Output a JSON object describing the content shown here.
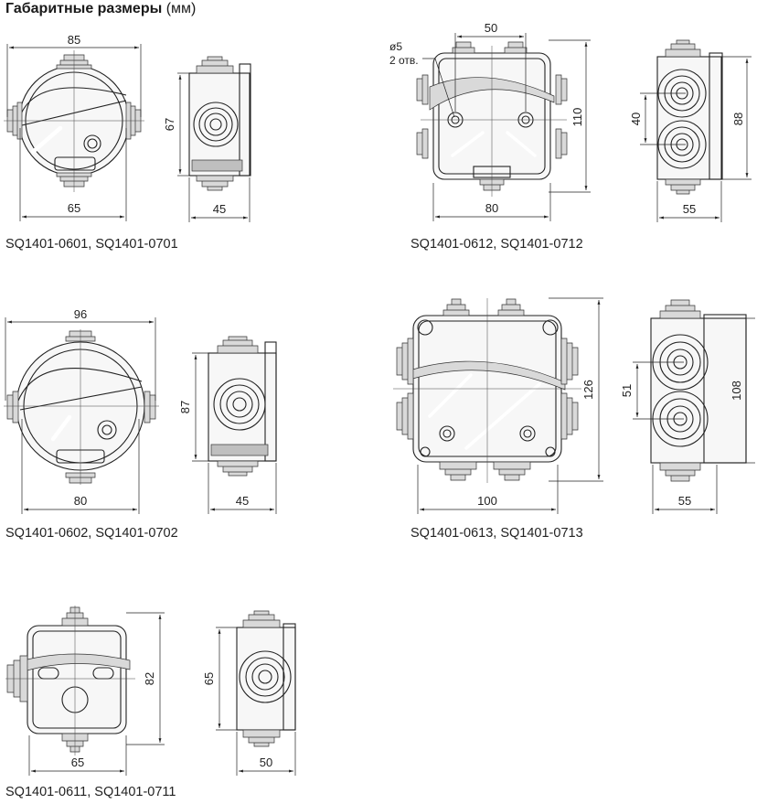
{
  "header": {
    "title_bold": "Габаритные размеры",
    "title_unit": "(мм)"
  },
  "drawings": [
    {
      "caption": "SQ1401-0601, SQ1401-0701",
      "front": {
        "width_top": "85",
        "width_bottom": "65"
      },
      "side": {
        "height": "67",
        "depth": "45"
      }
    },
    {
      "caption": "SQ1401-0612, SQ1401-0712",
      "front": {
        "hole_spacing": "50",
        "hole_note_1": "ø5",
        "hole_note_2": "2 отв.",
        "height": "110",
        "width": "80"
      },
      "side": {
        "inlet_spacing": "40",
        "height": "88",
        "depth": "55"
      }
    },
    {
      "caption": "SQ1401-0602, SQ1401-0702",
      "front": {
        "width_top": "96",
        "width_bottom": "80"
      },
      "side": {
        "height": "87",
        "depth": "45"
      }
    },
    {
      "caption": "SQ1401-0613, SQ1401-0713",
      "front": {
        "height": "126",
        "width": "100"
      },
      "side": {
        "inlet_spacing": "51",
        "height": "108",
        "depth": "55"
      }
    },
    {
      "caption": "SQ1401-0611, SQ1401-0711",
      "front": {
        "height": "82",
        "width": "65"
      },
      "side": {
        "height": "65",
        "depth": "50"
      }
    }
  ]
}
